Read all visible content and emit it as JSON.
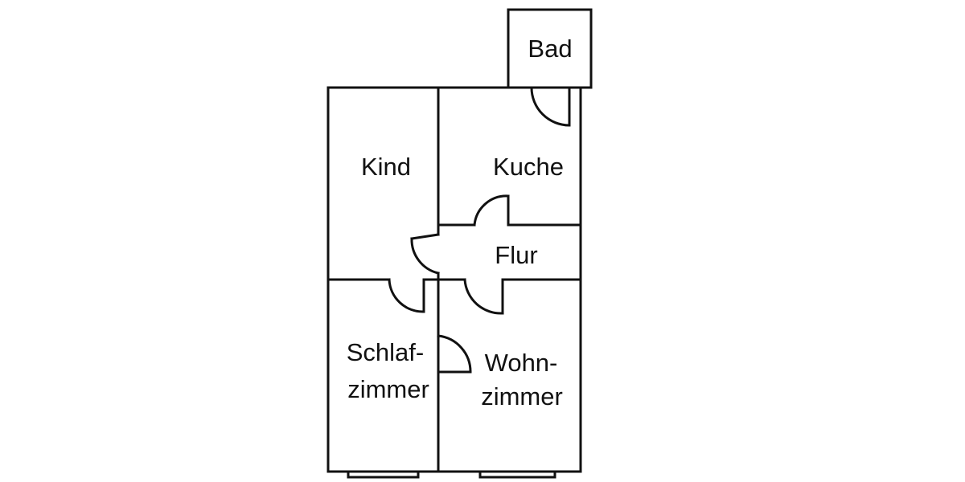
{
  "diagram": {
    "line_color": "#111111",
    "background": "#ffffff",
    "rooms": {
      "bad": {
        "label": "Bad"
      },
      "kind": {
        "label": "Kind"
      },
      "kuche": {
        "label": "Kuche"
      },
      "flur": {
        "label": "Flur"
      },
      "schlafzimmer": {
        "label_line1": "Schlaf-",
        "label_line2": "zimmer"
      },
      "wohnzimmer": {
        "label_line1": "Wohn-",
        "label_line2": "zimmer"
      }
    }
  }
}
